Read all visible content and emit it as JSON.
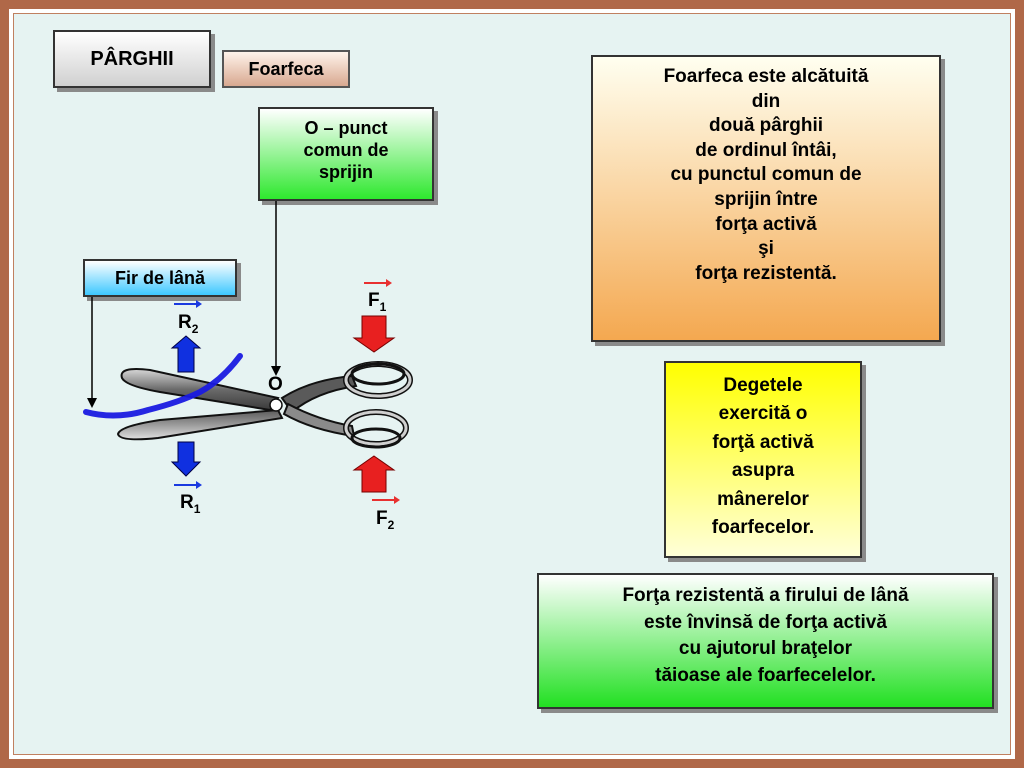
{
  "title": "PÂRGHII",
  "subtitle": "Foarfeca",
  "labels": {
    "pivot_box": [
      "O – punct",
      "comun de",
      "sprijin"
    ],
    "wool_box": "Fir de lână",
    "pivot_point": "O",
    "force_1": "F",
    "force_1_sub": "1",
    "force_2": "F",
    "force_2_sub": "2",
    "resist_1": "R",
    "resist_1_sub": "1",
    "resist_2": "R",
    "resist_2_sub": "2"
  },
  "info_boxes": {
    "composition": [
      "Foarfeca este alcătuită",
      "din",
      "două pârghii",
      "de ordinul întâi,",
      "cu punctul comun de",
      "sprijin între",
      "forţa activă",
      "şi",
      "forţa rezistentă."
    ],
    "fingers": [
      "Degetele",
      "exercită o",
      "forţă activă",
      "asupra",
      "mânerelor",
      "foarfecelor."
    ],
    "resistance": [
      "Forţa rezistentă a firului de lână",
      "este învinsă de forţa activă",
      "cu ajutorul braţelor",
      "tăioase ale foarfecelelor."
    ]
  },
  "colors": {
    "frame": "#b06848",
    "slide_bg": "#e6f3f2",
    "force_arrow": "#e82020",
    "resist_arrow": "#1030e0",
    "wool": "#1a1ae0",
    "vector_mark": "#e83030",
    "resist_vector_mark": "#1a3ae0"
  }
}
